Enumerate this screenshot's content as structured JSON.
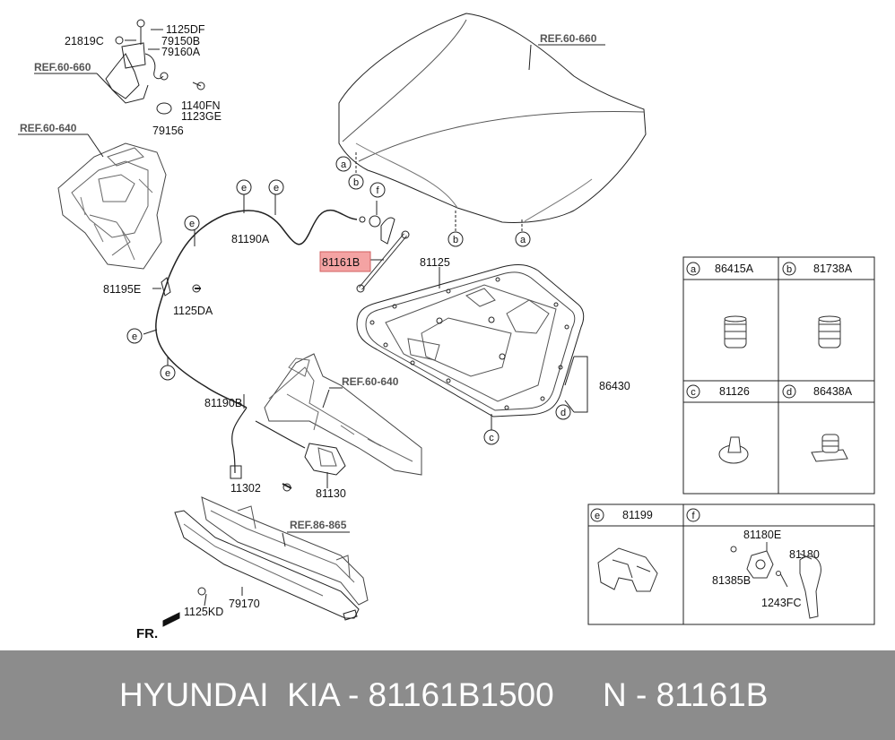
{
  "diagram": {
    "refs": {
      "hood": "REF.60-660",
      "hinge": "REF.60-660",
      "fender_apron": "REF.60-640",
      "radiator_support": "REF.60-640",
      "bumper": "REF.86-865"
    },
    "labels": {
      "p1125DF": "1125DF",
      "p21819C": "21819C",
      "p79150B": "79150B",
      "p79160A": "79160A",
      "p1140FN": "1140FN",
      "p1123GE": "1123GE",
      "p79156": "79156",
      "p81190A": "81190A",
      "p81195E": "81195E",
      "p1125DA": "1125DA",
      "p81190B": "81190B",
      "p81161B": "81161B",
      "p81125": "81125",
      "p86430": "86430",
      "p11302": "11302",
      "p81130": "81130",
      "p1125KD": "1125KD",
      "p79170": "79170",
      "fr": "FR."
    },
    "callouts": {
      "a": "a",
      "b": "b",
      "c": "c",
      "d": "d",
      "e": "e",
      "f": "f"
    },
    "highlight_color": "#f4a3a3",
    "table_top": [
      {
        "letter": "a",
        "part": "86415A"
      },
      {
        "letter": "b",
        "part": "81738A"
      },
      {
        "letter": "c",
        "part": "81126"
      },
      {
        "letter": "d",
        "part": "86438A"
      }
    ],
    "table_bottom": [
      {
        "letter": "e",
        "part": "81199"
      },
      {
        "letter": "f",
        "part": "81180E"
      }
    ],
    "table_f_parts": {
      "p81180": "81180",
      "p81385B": "81385B",
      "p1243FC": "1243FC"
    }
  },
  "footer": {
    "brand": "HYUNDAI  KIA - 81161B1500",
    "ref": "N - 81161B"
  }
}
